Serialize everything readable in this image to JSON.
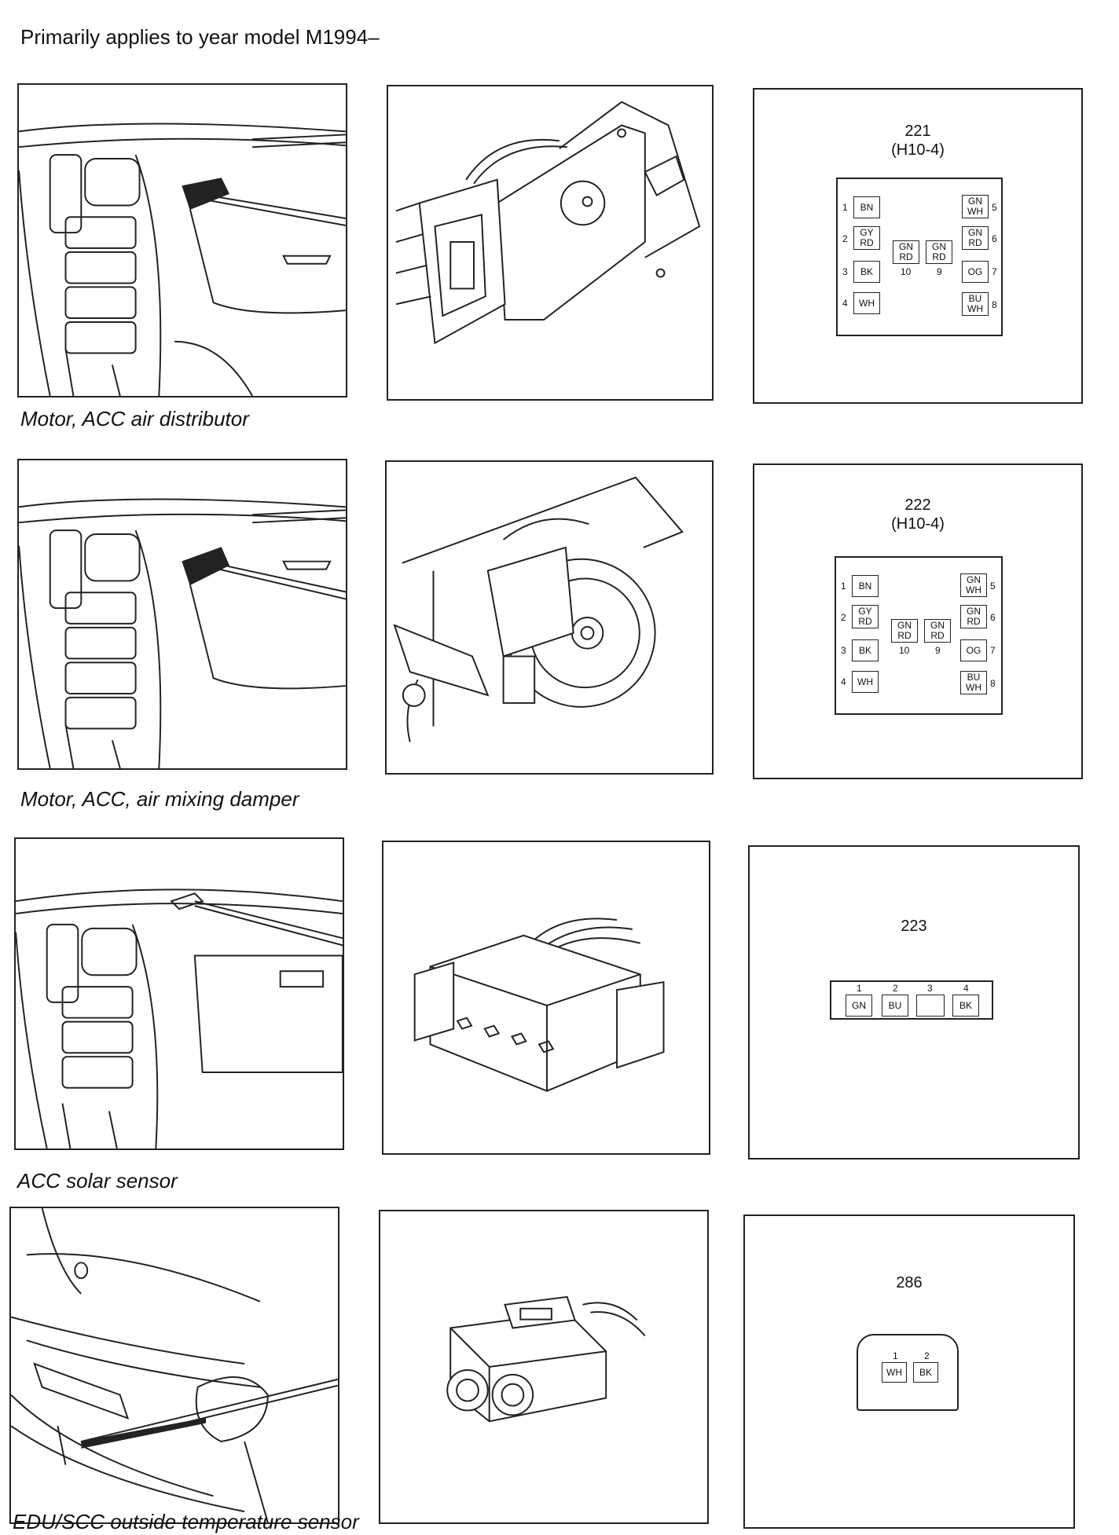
{
  "page": {
    "header": "Primarily applies to year model M1994–"
  },
  "sections": [
    {
      "caption": "Motor, ACC air distributor",
      "connector_id": "221",
      "housing": "(H10-4)",
      "pins": [
        {
          "num": "1",
          "color": "BN"
        },
        {
          "num": "2",
          "color": "GY RD"
        },
        {
          "num": "3",
          "color": "BK"
        },
        {
          "num": "4",
          "color": "WH"
        },
        {
          "num": "5",
          "color": "GN WH"
        },
        {
          "num": "6",
          "color": "GN RD"
        },
        {
          "num": "7",
          "color": "OG"
        },
        {
          "num": "8",
          "color": "BU WH"
        },
        {
          "num": "10",
          "color": "GN RD"
        },
        {
          "num": "9",
          "color": "GN RD"
        }
      ]
    },
    {
      "caption": "Motor, ACC, air mixing damper",
      "connector_id": "222",
      "housing": "(H10-4)",
      "pins": [
        {
          "num": "1",
          "color": "BN"
        },
        {
          "num": "2",
          "color": "GY RD"
        },
        {
          "num": "3",
          "color": "BK"
        },
        {
          "num": "4",
          "color": "WH"
        },
        {
          "num": "5",
          "color": "GN WH"
        },
        {
          "num": "6",
          "color": "GN RD"
        },
        {
          "num": "7",
          "color": "OG"
        },
        {
          "num": "8",
          "color": "BU WH"
        },
        {
          "num": "10",
          "color": "GN RD"
        },
        {
          "num": "9",
          "color": "GN RD"
        }
      ]
    },
    {
      "caption": "ACC solar sensor",
      "connector_id": "223",
      "housing": "",
      "pins": [
        {
          "num": "1",
          "color": "GN"
        },
        {
          "num": "2",
          "color": "BU"
        },
        {
          "num": "3",
          "color": ""
        },
        {
          "num": "4",
          "color": "BK"
        }
      ]
    },
    {
      "caption": "EDU/SCC outside temperature sensor",
      "connector_id": "286",
      "housing": "",
      "pins": [
        {
          "num": "1",
          "color": "WH"
        },
        {
          "num": "2",
          "color": "BK"
        }
      ]
    }
  ]
}
